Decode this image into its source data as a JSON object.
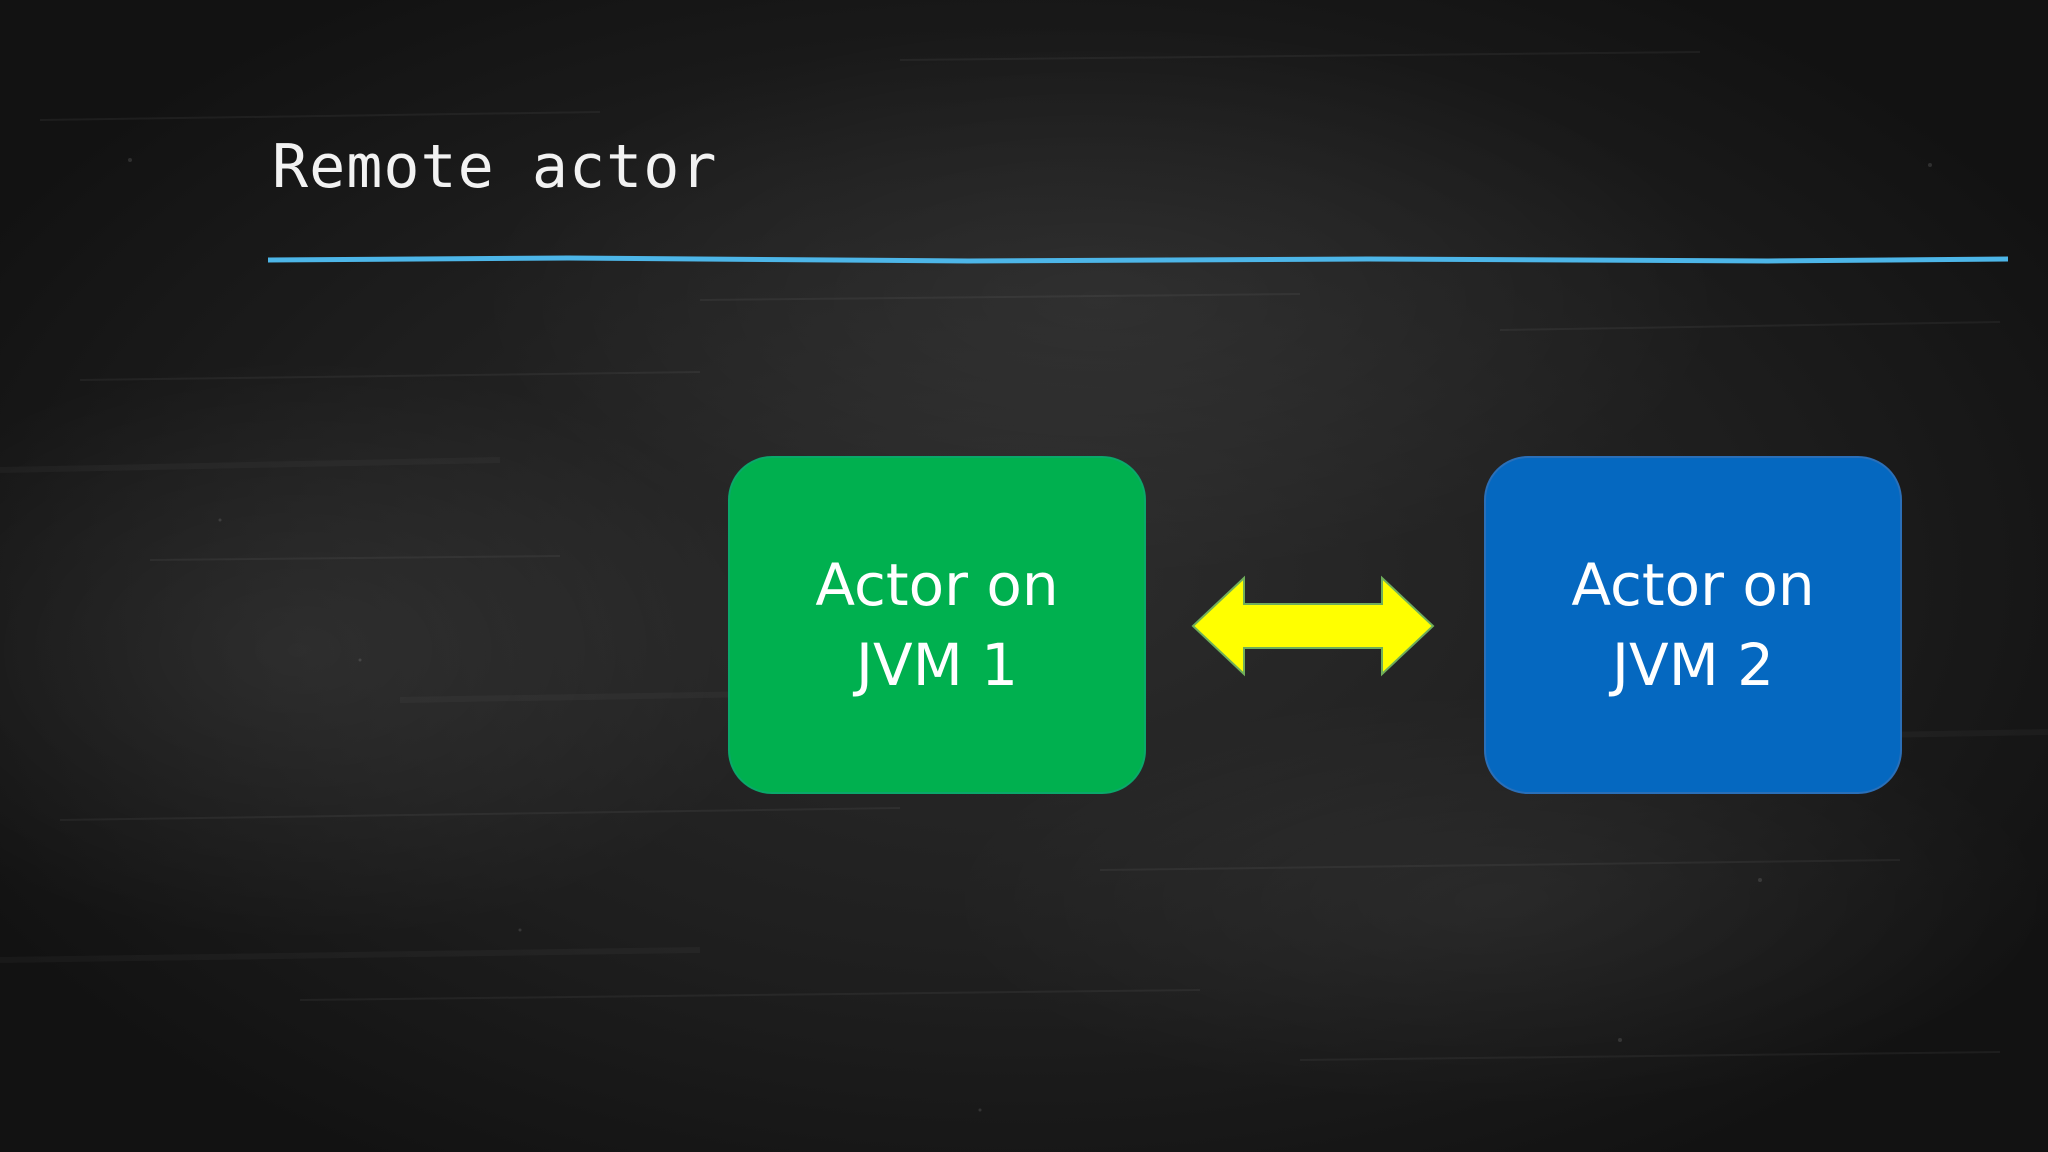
{
  "slide": {
    "title": "Remote actor",
    "accent_color": "#4db6e8"
  },
  "diagram": {
    "nodes": [
      {
        "id": "jvm1",
        "line1": "Actor on",
        "line2": "JVM 1",
        "fill_color": "#00b04f"
      },
      {
        "id": "jvm2",
        "line1": "Actor on",
        "line2": "JVM 2",
        "fill_color": "#0568c0"
      }
    ],
    "connector": {
      "type": "bidirectional-arrow",
      "from": "jvm1",
      "to": "jvm2",
      "fill_color": "#ffff00",
      "stroke_color": "#6fae5a"
    }
  }
}
